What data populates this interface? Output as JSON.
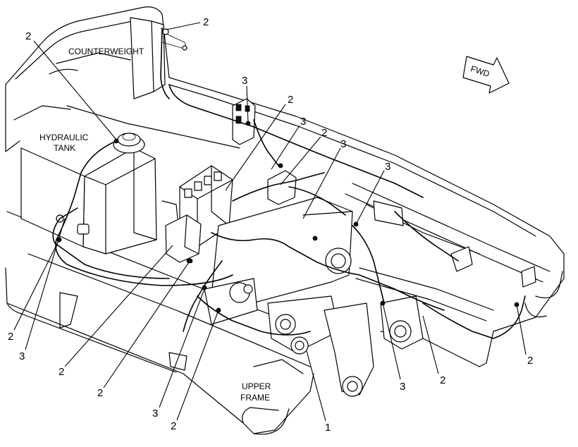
{
  "labels": {
    "counterweight": "COUNTERWEIGHT",
    "hydraulic_tank_line1": "HYDRAULIC",
    "hydraulic_tank_line2": "TANK",
    "upper_frame_line1": "UPPER",
    "upper_frame_line2": "FRAME",
    "fwd": "FWD"
  },
  "callouts": [
    {
      "id": "c1",
      "text": "2"
    },
    {
      "id": "c2",
      "text": "2"
    },
    {
      "id": "c3",
      "text": "3"
    },
    {
      "id": "c4",
      "text": "2"
    },
    {
      "id": "c5",
      "text": "3"
    },
    {
      "id": "c6",
      "text": "2"
    },
    {
      "id": "c7",
      "text": "3"
    },
    {
      "id": "c8",
      "text": "3"
    },
    {
      "id": "c9",
      "text": "2"
    },
    {
      "id": "c10",
      "text": "3"
    },
    {
      "id": "c11",
      "text": "2"
    },
    {
      "id": "c12",
      "text": "2"
    },
    {
      "id": "c13",
      "text": "3"
    },
    {
      "id": "c14",
      "text": "2"
    },
    {
      "id": "c15",
      "text": "1"
    },
    {
      "id": "c16",
      "text": "3"
    },
    {
      "id": "c17",
      "text": "2"
    },
    {
      "id": "c18",
      "text": "2"
    }
  ]
}
